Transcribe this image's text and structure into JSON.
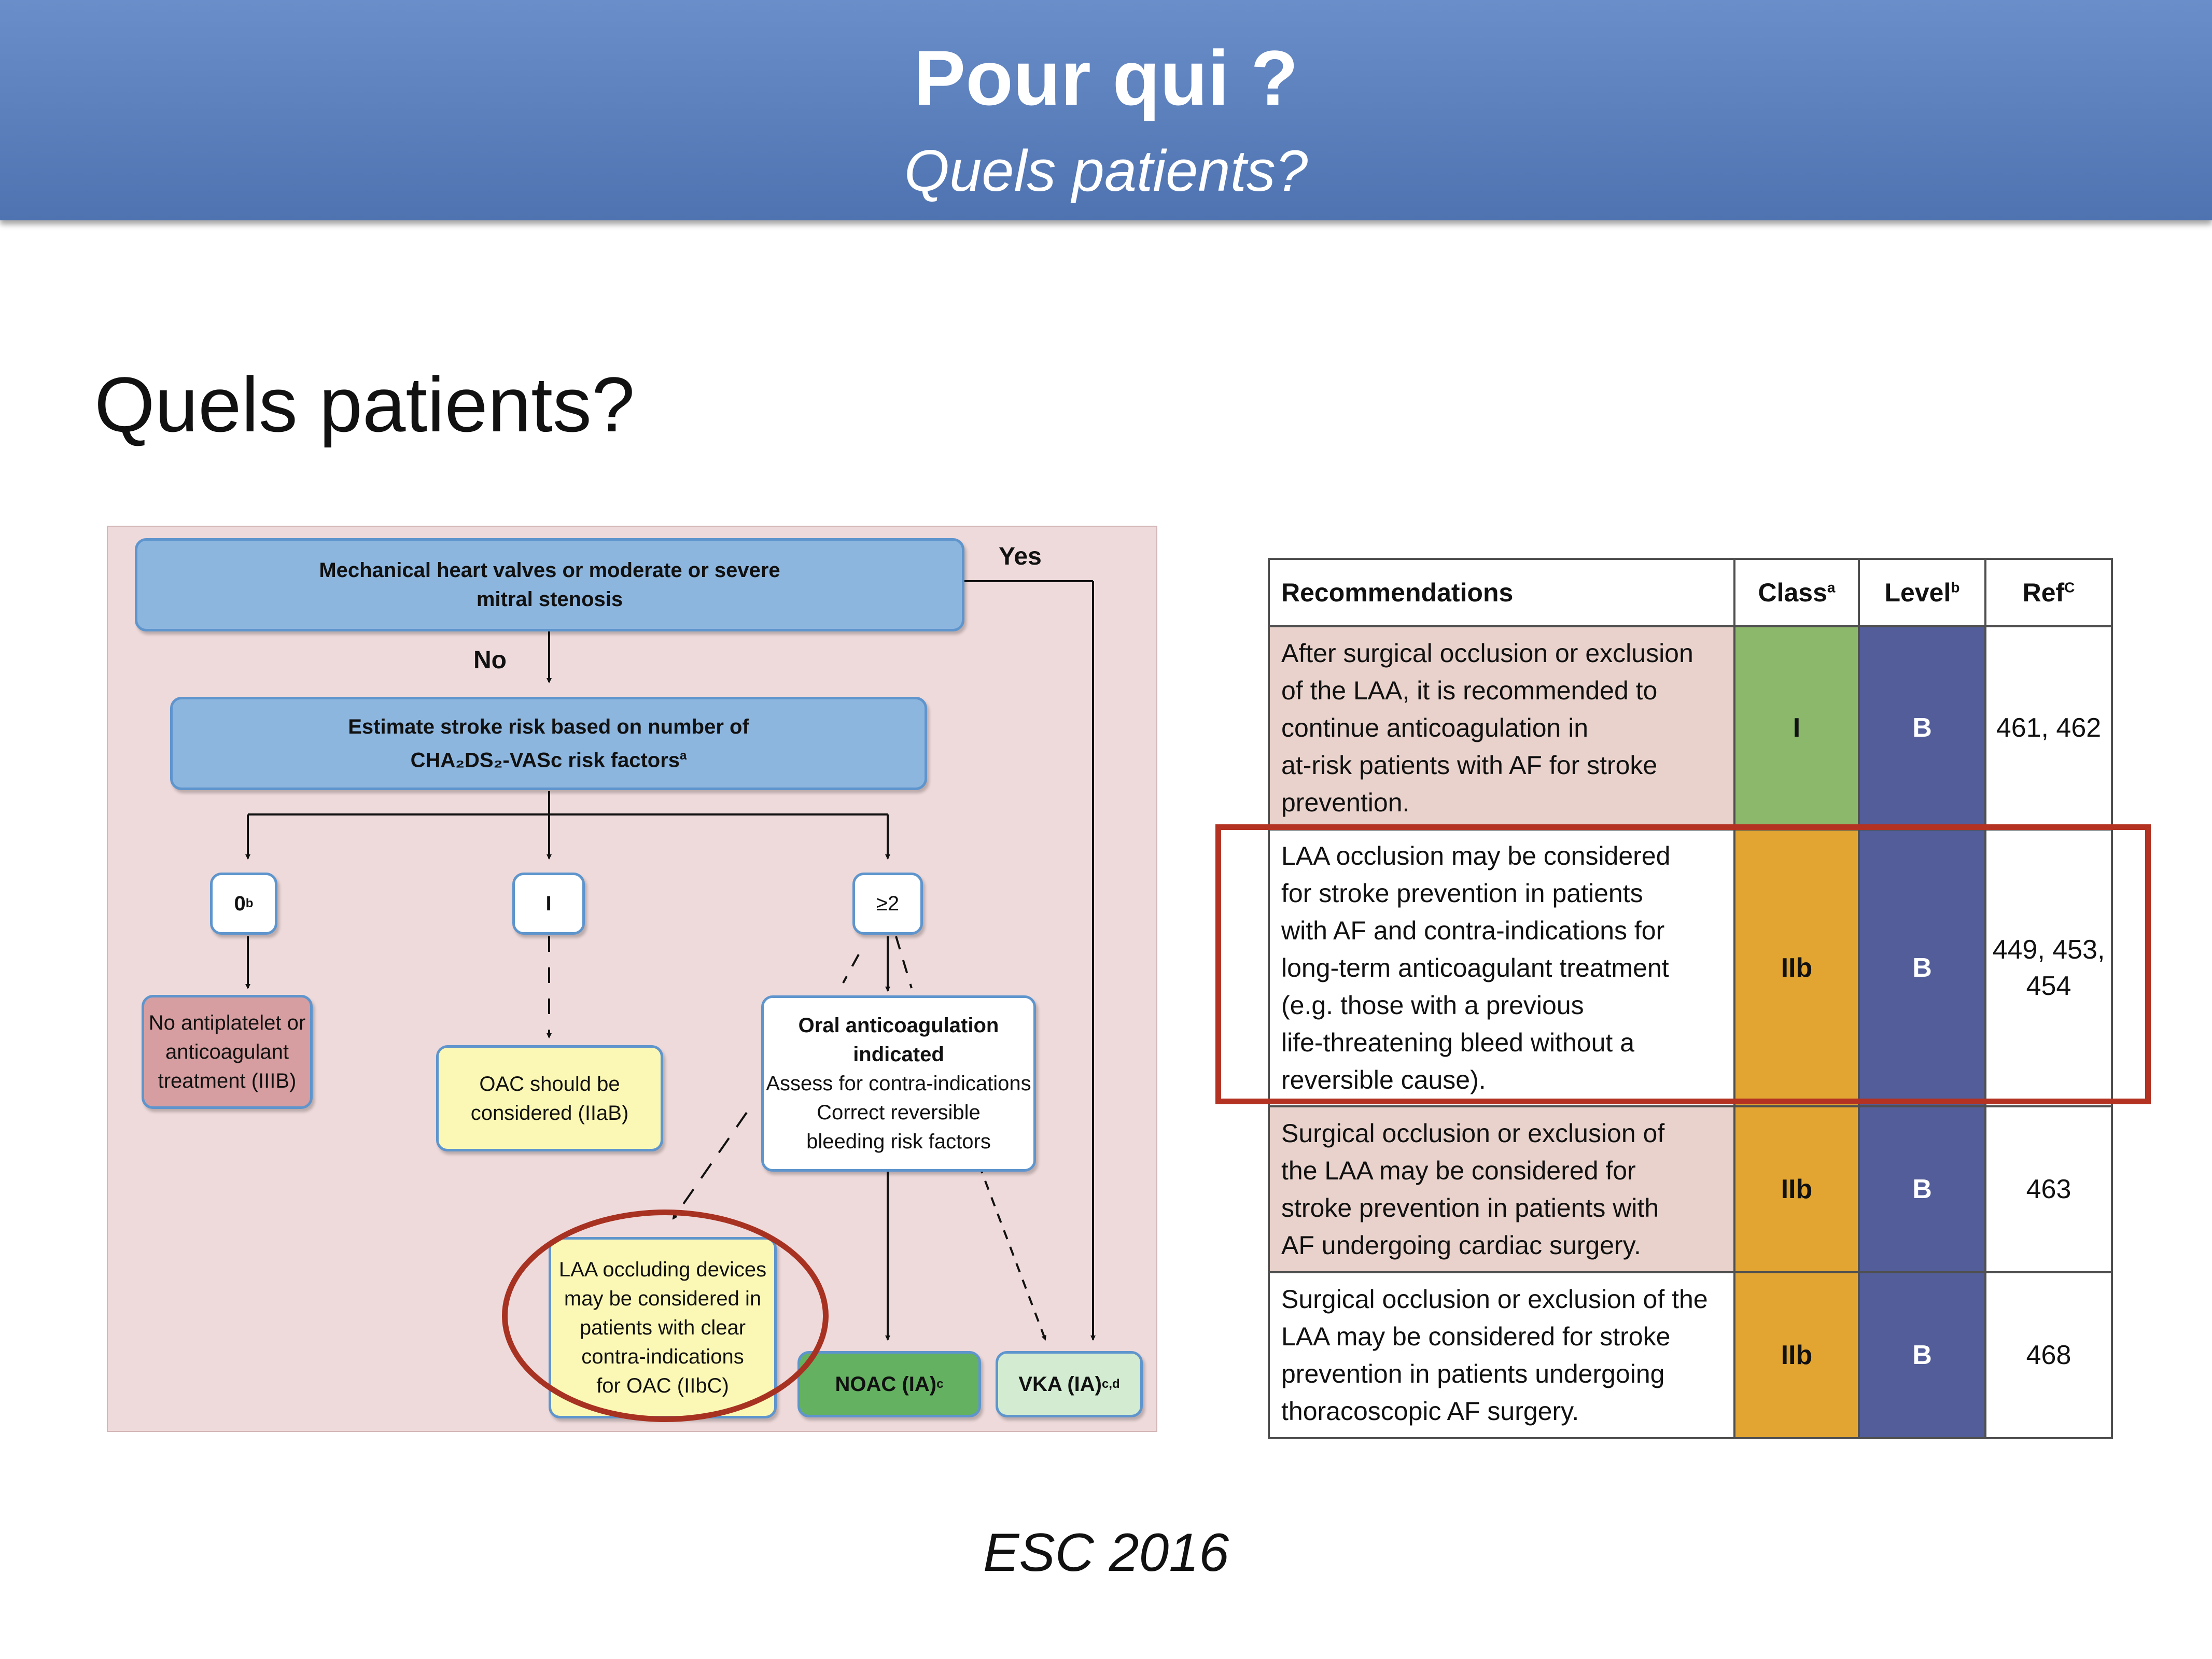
{
  "header": {
    "title": "Pour qui ?",
    "subtitle": "Quels patients?"
  },
  "heading": "Quels patients?",
  "footer": "ESC 2016",
  "flowchart": {
    "top_box": [
      "Mechanical heart valves or moderate or severe",
      "mitral stenosis"
    ],
    "yes_label": "Yes",
    "no_label": "No",
    "estimate_box": [
      "Estimate stroke risk based on number of",
      "CHA₂DS₂-VASc risk factors",
      "a"
    ],
    "score_0": "0",
    "score_0_sup": "b",
    "score_1": "I",
    "score_2": "≥2",
    "no_treatment": [
      "No antiplatelet or",
      "anticoagulant",
      "treatment (IIIB)"
    ],
    "oac_considered": [
      "OAC should be",
      "considered (IIaB)"
    ],
    "oral_box": {
      "title": [
        "Oral anticoagulation",
        "indicated"
      ],
      "lines": [
        "Assess for contra-indications",
        "Correct reversible",
        "bleeding risk factors"
      ]
    },
    "laa_box": [
      "LAA occluding devices",
      "may be considered in",
      "patients with clear",
      "contra-indications",
      "for OAC (IIbC)"
    ],
    "noac": "NOAC (IA)",
    "noac_sup": "c",
    "vka": "VKA (IA)",
    "vka_sup": "c,d"
  },
  "table": {
    "headers": {
      "rec": "Recommendations",
      "cls": "Class",
      "cls_sup": "a",
      "lvl": "Level",
      "lvl_sup": "b",
      "ref": "Ref",
      "ref_sup": "C"
    },
    "rows": [
      {
        "lines": [
          "After surgical occlusion or exclusion",
          "of the LAA, it is recommended to",
          "continue anticoagulation in",
          "at-risk patients with AF for stroke",
          "prevention."
        ],
        "cls": "I",
        "lvl": "B",
        "ref": [
          "461, 462"
        ]
      },
      {
        "lines": [
          "LAA occlusion may be considered",
          "for stroke prevention in patients",
          "with AF and contra-indications for",
          "long-term anticoagulant treatment",
          "(e.g. those with a previous",
          "life-threatening bleed without a",
          "reversible cause)."
        ],
        "cls": "IIb",
        "lvl": "B",
        "ref": [
          "449, 453,",
          "454"
        ]
      },
      {
        "lines": [
          "Surgical occlusion or exclusion of",
          "the LAA may be considered for",
          "stroke prevention in patients with",
          "AF undergoing cardiac surgery."
        ],
        "cls": "IIb",
        "lvl": "B",
        "ref": [
          "463"
        ]
      },
      {
        "lines": [
          "Surgical occlusion or exclusion of the",
          "LAA may be considered for stroke",
          "prevention in patients undergoing",
          "thoracoscopic AF surgery."
        ],
        "cls": "IIb",
        "lvl": "B",
        "ref": [
          "468"
        ]
      }
    ]
  },
  "colors": {
    "header_blue": "#5a7fbd",
    "highlight_red": "#b33222",
    "class_green": "#8cb86c",
    "class_orange": "#e2a532",
    "level_blue": "#525d99"
  }
}
